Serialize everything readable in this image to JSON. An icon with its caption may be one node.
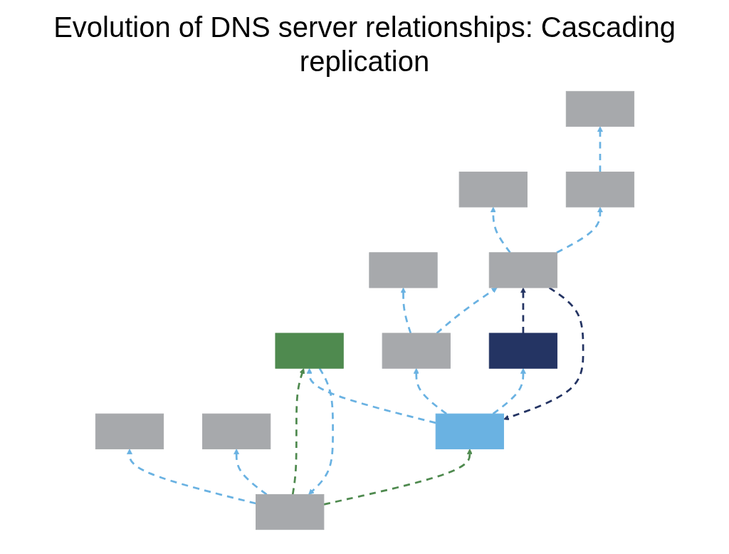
{
  "diagram": {
    "title": "Evolution of DNS server relationships: Cascading replication",
    "nodes": [
      {
        "text": [],
        "shape": "server"
      },
      {
        "text": [],
        "shape": "server"
      },
      {
        "text": [],
        "shape": "server"
      },
      {
        "text": [],
        "shape": "server"
      },
      {
        "text": [],
        "shape": "server"
      },
      {
        "text": [],
        "shape": "server"
      },
      {
        "text": [],
        "shape": "server"
      },
      {
        "text": [],
        "shape": "server"
      },
      {
        "text": [],
        "shape": "server"
      },
      {
        "text": [],
        "shape": "server"
      },
      {
        "text": [],
        "shape": "server"
      },
      {
        "text": [],
        "shape": "server"
      }
    ],
    "edges": [
      {
        "from": 4,
        "to": 0,
        "arrow": "to",
        "style": "dashed"
      },
      {
        "from": 4,
        "to": 1,
        "arrow": "to",
        "style": "dashed"
      },
      {
        "from": 7,
        "to": 4,
        "arrow": "to",
        "style": "dashed"
      },
      {
        "from": 4,
        "to": 7,
        "arrow": "to",
        "style": "dashed",
        "color": "#4f8a4f"
      },
      {
        "from": 4,
        "to": 11,
        "arrow": "to",
        "style": "dashed",
        "color": "#4f8a4f"
      },
      {
        "from": 8,
        "to": 5,
        "arrow": "to",
        "style": "dashed"
      },
      {
        "from": 8,
        "to": 9,
        "arrow": "to",
        "style": "dashed"
      },
      {
        "from": 10,
        "to": 9,
        "arrow": "to",
        "style": "dashed",
        "color": "#243463"
      },
      {
        "from": 9,
        "to": 2,
        "arrow": "to",
        "style": "dashed"
      },
      {
        "from": 9,
        "to": 6,
        "arrow": "to",
        "style": "dashed"
      },
      {
        "from": 6,
        "to": 3,
        "arrow": "to",
        "style": "dashed"
      },
      {
        "from": 9,
        "to": 11,
        "arrow": "to",
        "style": "dashed",
        "color": "#243463"
      },
      {
        "from": 11,
        "to": 8,
        "arrow": "to",
        "style": "dashed"
      },
      {
        "from": 11,
        "to": 7,
        "arrow": "to",
        "style": "dashed"
      },
      {
        "from": 11,
        "to": 10,
        "arrow": "to",
        "style": "dashed"
      }
    ]
  }
}
